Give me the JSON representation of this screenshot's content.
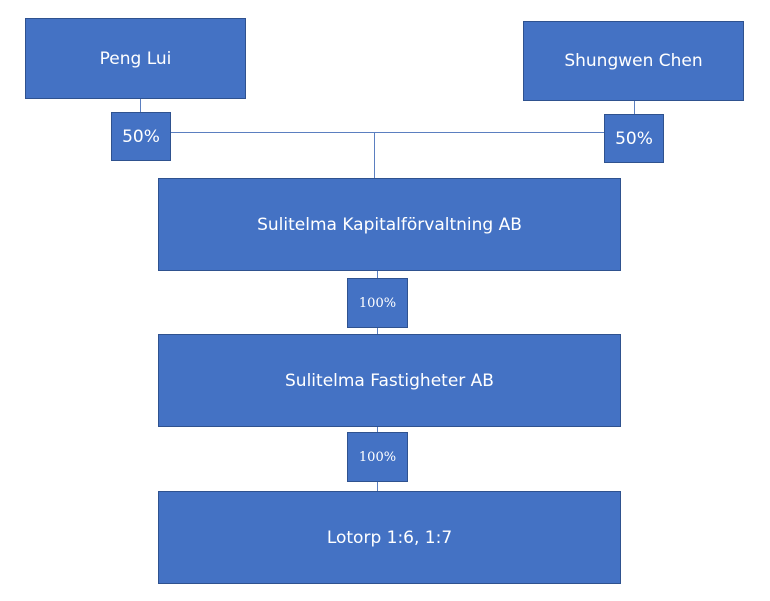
{
  "owners": [
    {
      "name": "Peng Lui",
      "share": "50%"
    },
    {
      "name": "Shungwen Chen",
      "share": "50%"
    }
  ],
  "companies": [
    {
      "name": "Sulitelma Kapitalförvaltning AB",
      "share_below": "100%"
    },
    {
      "name": "Sulitelma Fastigheter AB",
      "share_below": "100%"
    },
    {
      "name": "Lotorp 1:6, 1:7"
    }
  ],
  "colors": {
    "box_fill": "#4472C4",
    "box_border": "#2F528F",
    "connector": "#5B7FC0",
    "text": "#FFFFFF"
  }
}
